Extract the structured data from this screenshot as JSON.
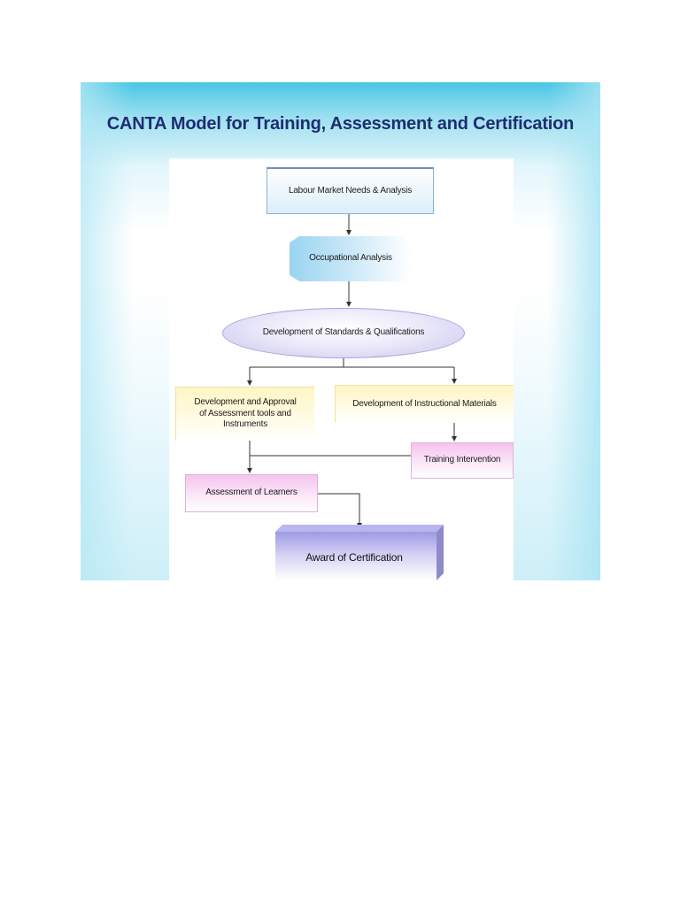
{
  "slide": {
    "title": "CANTA Model for Training, Assessment and Certification"
  },
  "nodes": {
    "labour": "Labour Market Needs & Analysis",
    "occupational": "Occupational Analysis",
    "standards": "Development of Standards & Qualifications",
    "assessment_tools_line1": "Development and Approval",
    "assessment_tools_line2": "of Assessment tools and",
    "assessment_tools_line3": "Instruments",
    "instructional": "Development of Instructional Materials",
    "training": "Training Intervention",
    "assessment_learners": "Assessment of Learners",
    "award": "Award of Certification"
  },
  "colors": {
    "title": "#1d2d70",
    "header_band": "#49c6e6",
    "yellow_box": "#fff5c4",
    "pink_box": "#f5c4ee",
    "ellipse": "#c9c6ee",
    "award": "#c8c6f2",
    "connector": "#333333"
  }
}
